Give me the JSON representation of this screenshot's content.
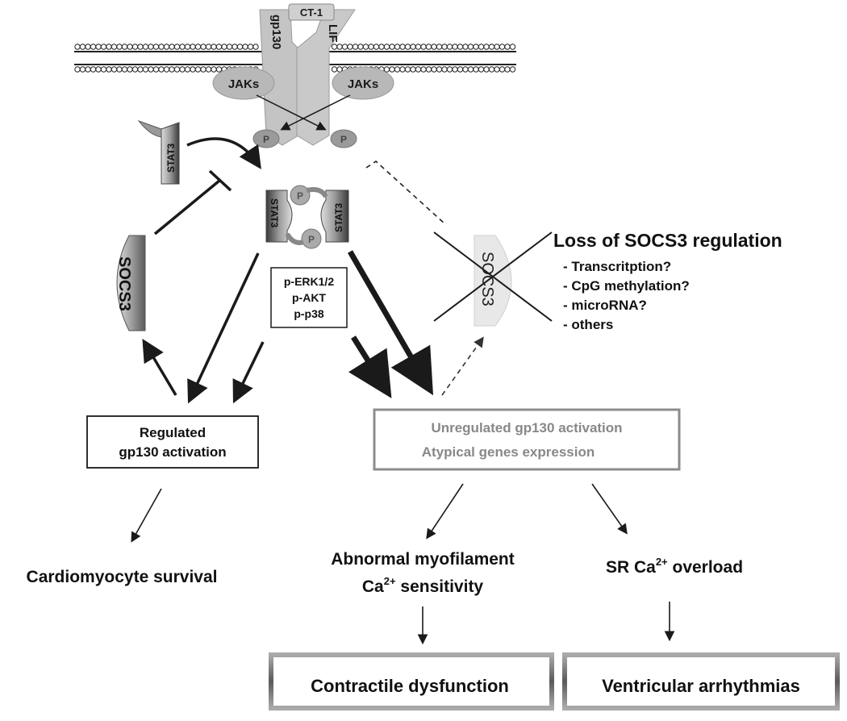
{
  "receptor": {
    "ligand": "CT-1",
    "left_chain": "gp130",
    "right_chain": "LIF",
    "kinase_left": "JAKs",
    "kinase_right": "JAKs",
    "phospho_left": "P",
    "phospho_right": "P"
  },
  "stat3": {
    "monomer": "STAT3",
    "dimer_left": "STAT3",
    "dimer_right": "STAT3",
    "phospho_top": "P",
    "phospho_bottom": "P"
  },
  "socs3_left": "SOCS3",
  "socs3_lost": "SOCS3",
  "kinases": [
    "p-ERK1/2",
    "p-AKT",
    "p-p38"
  ],
  "loss": {
    "title": "Loss of SOCS3 regulation",
    "items": [
      "- Transcritption?",
      "- CpG methylation?",
      "- microRNA?",
      "- others"
    ]
  },
  "regulated": [
    "Regulated",
    "gp130 activation"
  ],
  "unregulated": [
    "Unregulated gp130 activation",
    "Atypical genes expression"
  ],
  "outcomes": {
    "survival": "Cardiomyocyte survival",
    "myofilament_line1": "Abnormal myofilament",
    "myofilament_ca": "Ca",
    "myofilament_sup": "2+",
    "myofilament_rest": " sensitivity",
    "sr_prefix": "SR Ca",
    "sr_sup": "2+",
    "sr_rest": " overload",
    "contractile": "Contractile dysfunction",
    "arrhythmias": "Ventricular arrhythmias"
  },
  "colors": {
    "ink": "#1a1a1a",
    "gray_text": "#888888",
    "receptor_fill": "#c4c4c4",
    "membrane": "#222222",
    "box_border_gray": "#8c8c8c"
  }
}
